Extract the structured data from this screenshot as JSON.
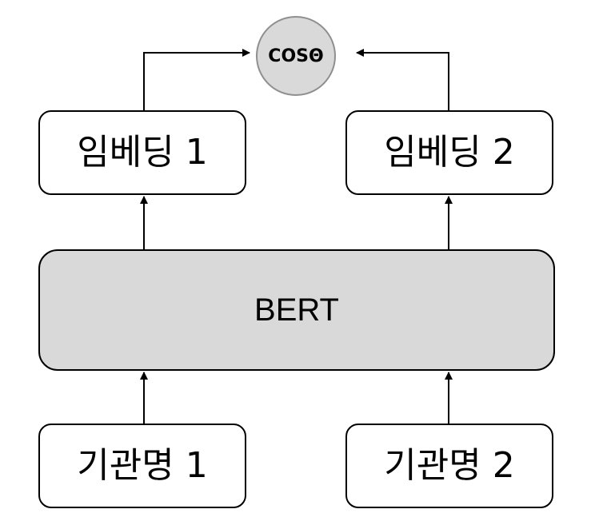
{
  "diagram": {
    "cosine_label": "COSΘ",
    "embedding_left": "임베딩 1",
    "embedding_right": "임베딩 2",
    "encoder": "BERT",
    "input_left": "기관명 1",
    "input_right": "기관명 2"
  }
}
